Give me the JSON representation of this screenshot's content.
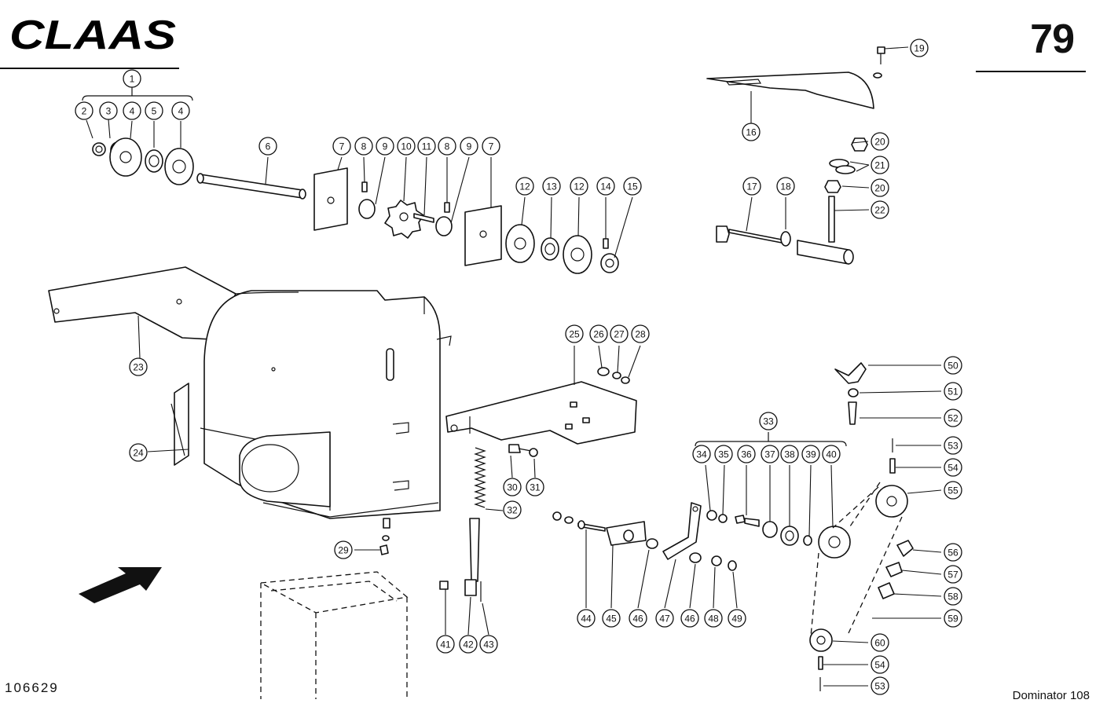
{
  "header": {
    "brand": "CLAAS",
    "page_number": "79"
  },
  "footer": {
    "document_number": "106629",
    "model": "Dominator 108"
  },
  "callouts": [
    "1",
    "2",
    "3",
    "4",
    "5",
    "4",
    "6",
    "7",
    "8",
    "9",
    "10",
    "11",
    "8",
    "9",
    "7",
    "12",
    "13",
    "12",
    "14",
    "15",
    "16",
    "19",
    "20",
    "21",
    "20",
    "22",
    "17",
    "18",
    "23",
    "24",
    "25",
    "26",
    "27",
    "28",
    "29",
    "30",
    "31",
    "32",
    "33",
    "34",
    "35",
    "36",
    "37",
    "38",
    "39",
    "40",
    "41",
    "42",
    "43",
    "44",
    "45",
    "46",
    "47",
    "46",
    "48",
    "49",
    "50",
    "51",
    "52",
    "53",
    "54",
    "55",
    "56",
    "57",
    "58",
    "59",
    "60",
    "54",
    "53"
  ]
}
